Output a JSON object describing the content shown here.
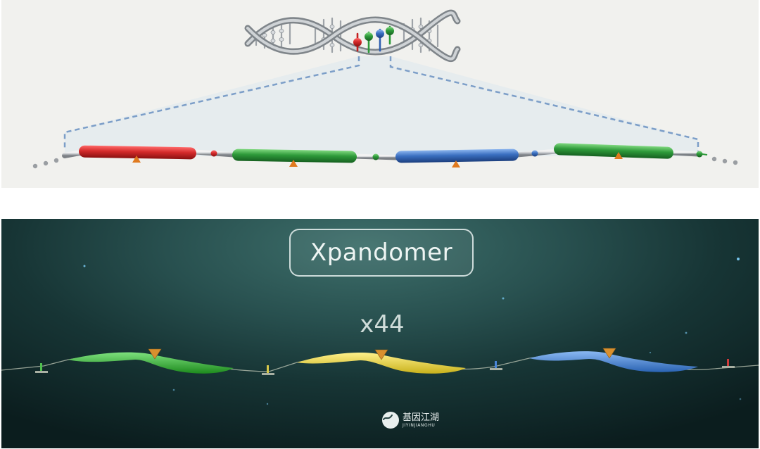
{
  "top_diagram": {
    "base_colors": {
      "a": "#d42a2a",
      "b": "#2e9a3a",
      "c": "#3a6fc0",
      "d": "#2e9a3a"
    },
    "helix_color": "#8e9499",
    "projection_line_color": "#7c9ec8",
    "reporter_count": 4
  },
  "bottom_panel": {
    "title": "Xpandomer",
    "expansion_label": "x44",
    "reporter_colors": [
      "#2fb32f",
      "#e8d43a",
      "#3b7fd0"
    ],
    "glow_color": "#7fd3ff"
  },
  "watermark": {
    "chinese": "基因江湖",
    "pinyin": "JIYINJIANGHU"
  }
}
